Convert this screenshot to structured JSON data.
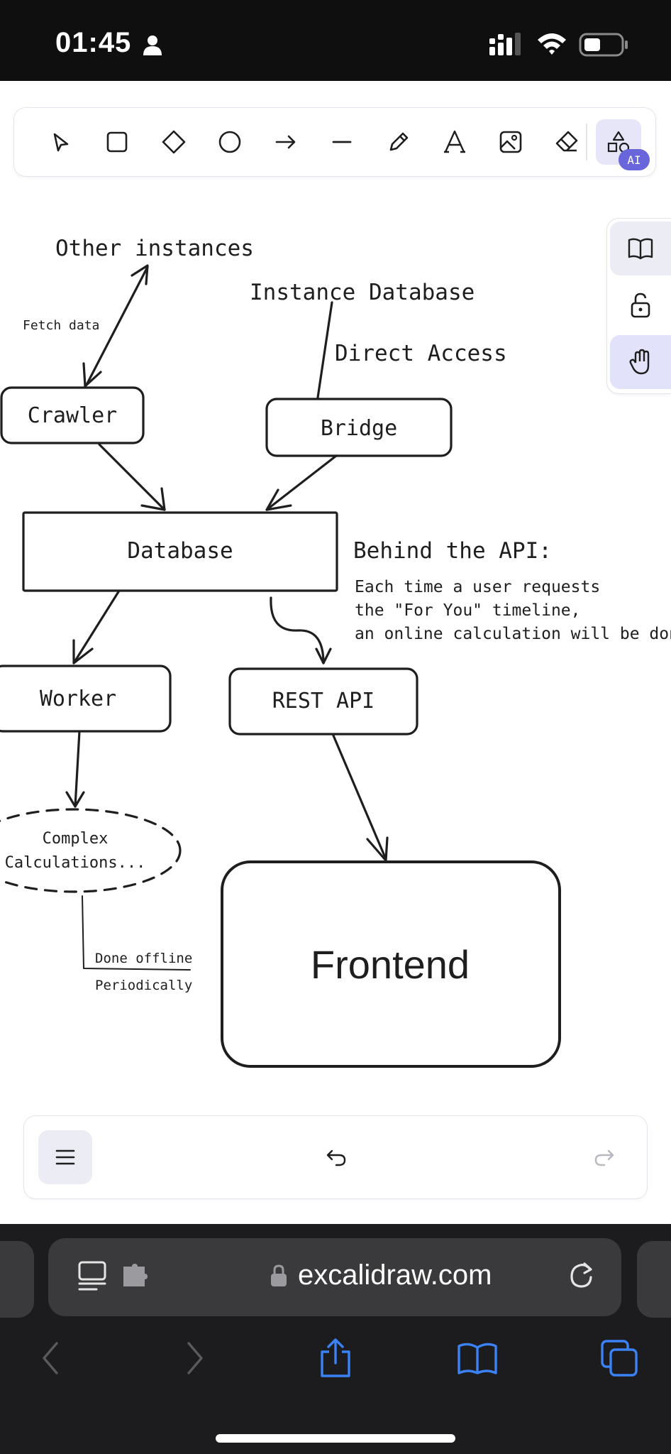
{
  "status_bar": {
    "time": "01:45"
  },
  "toolbar": {
    "tools": [
      "selection-icon",
      "rectangle-icon",
      "diamond-icon",
      "ellipse-icon",
      "arrow-icon",
      "line-icon",
      "pencil-icon",
      "text-icon",
      "image-icon",
      "eraser-icon",
      "shapes-icon"
    ],
    "ai_badge": "AI"
  },
  "side_panel": {
    "items": [
      "library-icon",
      "unlock-icon",
      "hand-icon"
    ]
  },
  "canvas": {
    "labels": {
      "other_instances": "Other instances",
      "fetch_data": "Fetch data",
      "instance_database": "Instance Database",
      "direct_access": "Direct Access",
      "crawler": "Crawler",
      "bridge": "Bridge",
      "database": "Database",
      "behind_api": "Behind the API:",
      "behind_api_line1": "Each time a user requests",
      "behind_api_line2": "the \"For You\" timeline,",
      "behind_api_line3": "an online calculation will be done.",
      "worker": "Worker",
      "rest_api": "REST API",
      "complex_line1": "Complex",
      "complex_line2": "Calculations...",
      "done_offline": "Done offline",
      "periodically": "Periodically",
      "frontend": "Frontend"
    }
  },
  "bottom_bar": {
    "menu": "menu-icon",
    "undo": "undo-icon",
    "redo": "redo-icon"
  },
  "browser": {
    "url": "excalidraw.com"
  },
  "colors": {
    "accent": "#6965db",
    "ink": "#1e1e1e",
    "browser_bg": "#1c1c1e",
    "browser_blue": "#3b82f6"
  }
}
